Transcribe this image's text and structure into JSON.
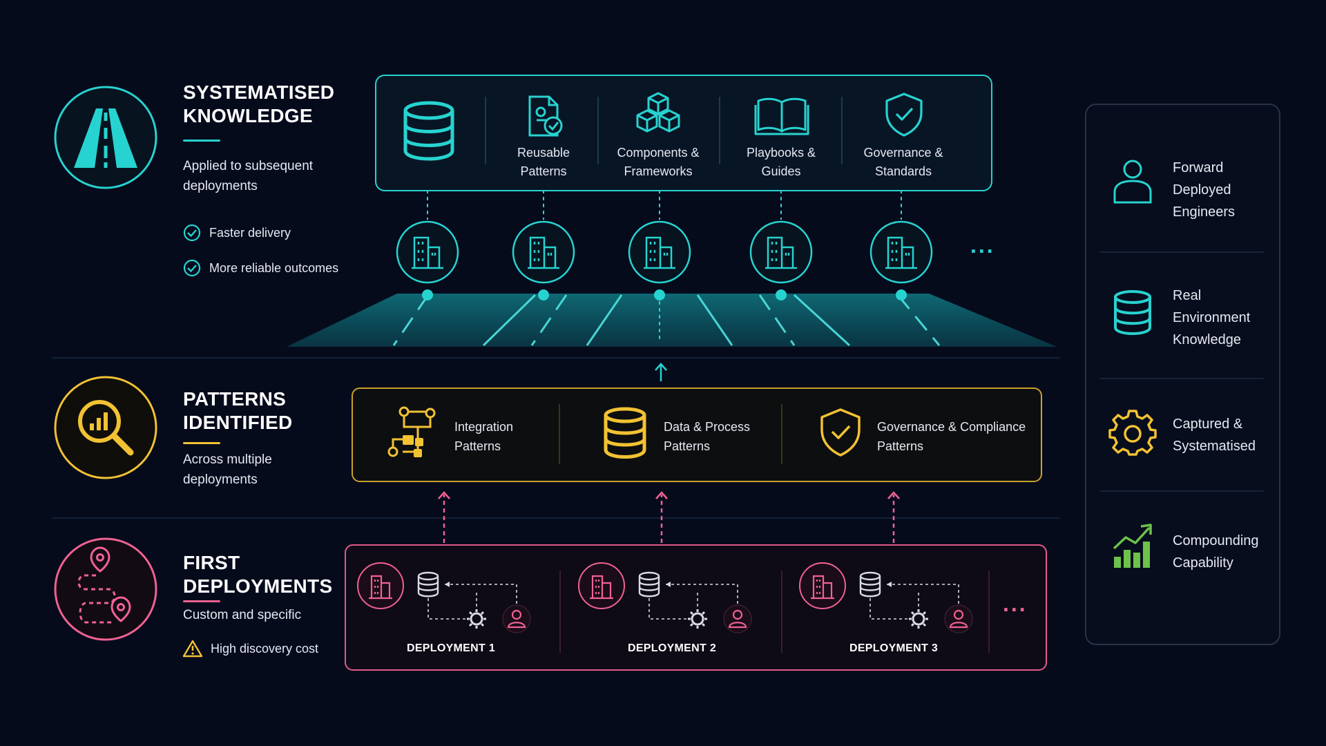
{
  "tiers": {
    "top": {
      "title_1": "SYSTEMATISED",
      "title_2": "KNOWLEDGE",
      "subtitle": "Applied to subsequent deployments",
      "bullets": [
        "Faster delivery",
        "More reliable outcomes"
      ]
    },
    "middle": {
      "title_1": "PATTERNS",
      "title_2": "IDENTIFIED",
      "subtitle": "Across multiple deployments"
    },
    "bottom": {
      "title_1": "FIRST",
      "title_2": "DEPLOYMENTS",
      "subtitle": "Custom and specific",
      "warning": "High discovery cost"
    }
  },
  "knowledge_panel": {
    "items": [
      {
        "icon": "database-icon",
        "label": ""
      },
      {
        "icon": "document-check-icon",
        "label_1": "Reusable",
        "label_2": "Patterns"
      },
      {
        "icon": "cubes-icon",
        "label_1": "Components &",
        "label_2": "Frameworks"
      },
      {
        "icon": "open-book-icon",
        "label_1": "Playbooks &",
        "label_2": "Guides"
      },
      {
        "icon": "shield-check-icon",
        "label_1": "Governance &",
        "label_2": "Standards"
      }
    ],
    "more": "..."
  },
  "patterns_panel": {
    "items": [
      {
        "icon": "integration-flow-icon",
        "label_1": "Integration",
        "label_2": "Patterns"
      },
      {
        "icon": "database-icon",
        "label_1": "Data & Process",
        "label_2": "Patterns"
      },
      {
        "icon": "shield-check-icon",
        "label_1": "Governance & Compliance",
        "label_2": "Patterns"
      }
    ]
  },
  "deployments": {
    "items": [
      "DEPLOYMENT 1",
      "DEPLOYMENT 2",
      "DEPLOYMENT 3"
    ],
    "more": "..."
  },
  "sidebar": {
    "items": [
      {
        "icon": "person-icon",
        "lines": [
          "Forward",
          "Deployed",
          "Engineers"
        ]
      },
      {
        "icon": "database-icon",
        "lines": [
          "Real",
          "Environment",
          "Knowledge"
        ]
      },
      {
        "icon": "gear-icon",
        "lines": [
          "Captured &",
          "Systematised"
        ]
      },
      {
        "icon": "growth-chart-icon",
        "lines": [
          "Compounding",
          "Capability"
        ]
      }
    ]
  },
  "colors": {
    "teal": "#27d3d0",
    "gold": "#f2c233",
    "pink": "#f06292",
    "green": "#6cc24a",
    "background": "#060b1c"
  }
}
